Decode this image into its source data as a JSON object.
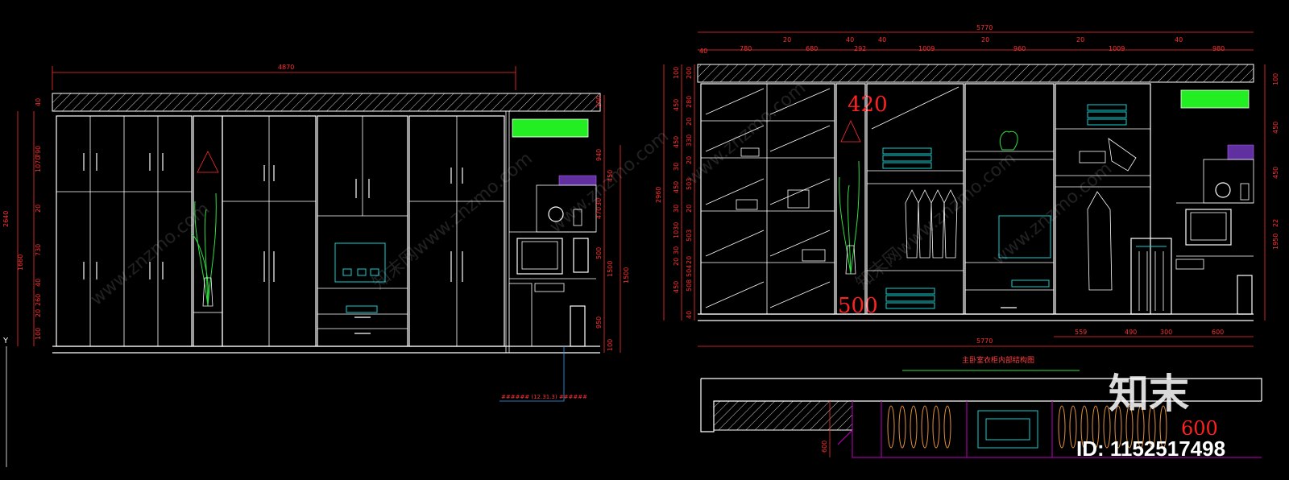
{
  "left_elevation": {
    "overall_width": "4870",
    "left_dims": [
      "40",
      "790",
      "1070",
      "20",
      "730",
      "1660",
      "40",
      "260",
      "20",
      "100"
    ],
    "left_total": "2640",
    "right_dims": [
      "200",
      "940",
      "450",
      "1500",
      "950",
      "100"
    ],
    "right_inner": [
      "30",
      "470",
      "500",
      "1500"
    ],
    "callout": "###### (12.31.3) ######"
  },
  "right_elevation": {
    "overall_width": "5770",
    "top_dims": [
      "40",
      "780",
      "20",
      "680",
      "40",
      "292",
      "40",
      "1009",
      "20",
      "960",
      "20",
      "1009",
      "40",
      "980"
    ],
    "left_dims": [
      "100",
      "200",
      "450",
      "280",
      "20",
      "330",
      "20",
      "503",
      "20",
      "503",
      "20",
      "508",
      "20",
      "450",
      "40"
    ],
    "left_total": "2960",
    "inner_dims": [
      "450",
      "30",
      "450",
      "30",
      "1030",
      "30",
      "504"
    ],
    "right_dims": [
      "100",
      "450",
      "450",
      "22",
      "1950"
    ],
    "bottom_width": "5770",
    "bottom_dims": [
      "559",
      "490",
      "300",
      "600"
    ],
    "label_420": "420",
    "label_500": "500",
    "caption": "主卧室衣柜内部结构图"
  },
  "plan": {
    "depth_dim": "600",
    "label_600": "600"
  },
  "watermarks": [
    "www.znzmo.com",
    "知末网www.znzmo.com",
    "www.znzmo.com",
    "知末网www.znzmo.com",
    "www.znzmo.com",
    "www.znzmo.com"
  ],
  "brand": {
    "logo_text": "知末",
    "id_text": "ID: 1152517498"
  },
  "axis_label": "Y",
  "colors": {
    "background": "#000000",
    "lines": "#ffffff",
    "dimensions": "#ff3030",
    "appliance": "#18d0d0",
    "ac_unit": "#22ee22",
    "hangers": "#e0903a",
    "plan_outline": "#c000c0"
  }
}
